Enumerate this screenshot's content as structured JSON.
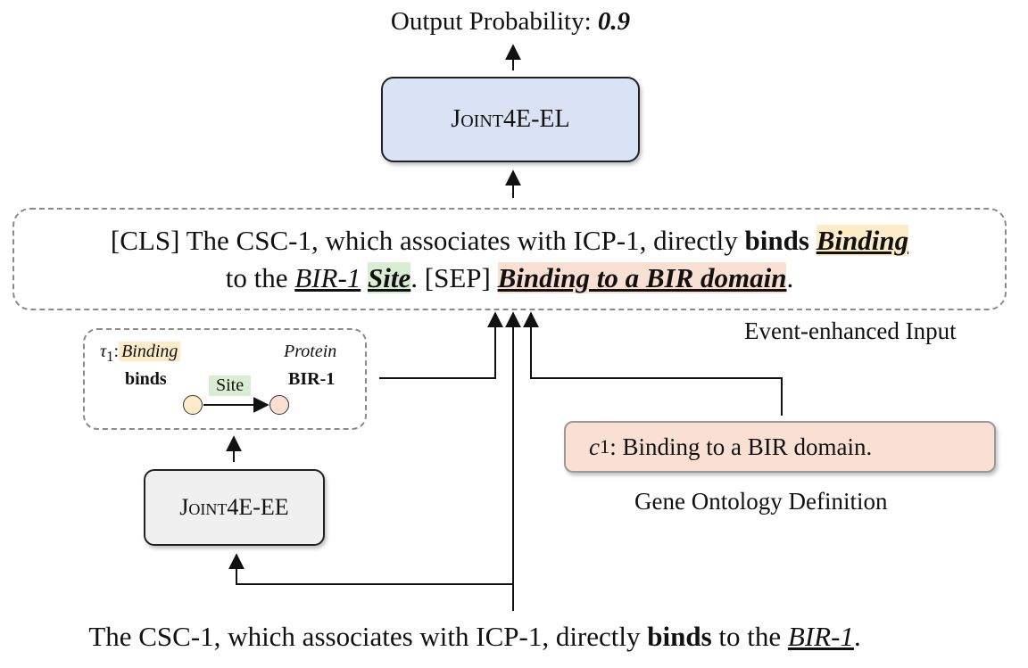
{
  "output": {
    "label": "Output Probability:",
    "value": "0.9"
  },
  "models": {
    "el": "Joint4E-EL",
    "ee": "Joint4E-EE"
  },
  "input": {
    "line1_prefix": "[CLS] The CSC-1, which associates with ICP-1, directly ",
    "trigger": "binds",
    "event_type": "Binding",
    "line2_prefix": "to the ",
    "argument": "BIR-1",
    "role": "Site",
    "sep": ". [SEP] ",
    "definition": "Binding to a BIR domain",
    "end": ".",
    "caption": "Event-enhanced Input"
  },
  "event_graph": {
    "event_var": "τ",
    "event_sub": "1",
    "event_type": "Binding",
    "trigger": "binds",
    "arg_type": "Protein",
    "arg_text": "BIR-1",
    "role": "Site"
  },
  "go_definition": {
    "var": "c",
    "sub": "1",
    "text": ": Binding to a BIR domain.",
    "caption": "Gene Ontology Definition"
  },
  "sentence": {
    "prefix": "The CSC-1, which associates with ICP-1, directly ",
    "trigger": "binds",
    "middle": " to the ",
    "argument": "BIR-1",
    "end": "."
  },
  "colors": {
    "event_highlight": "#fcecc7",
    "role_highlight": "#d9ecd4",
    "definition_highlight": "#fadfd3",
    "el_box": "#d9e3f5",
    "ee_box": "#f0f0f0"
  }
}
